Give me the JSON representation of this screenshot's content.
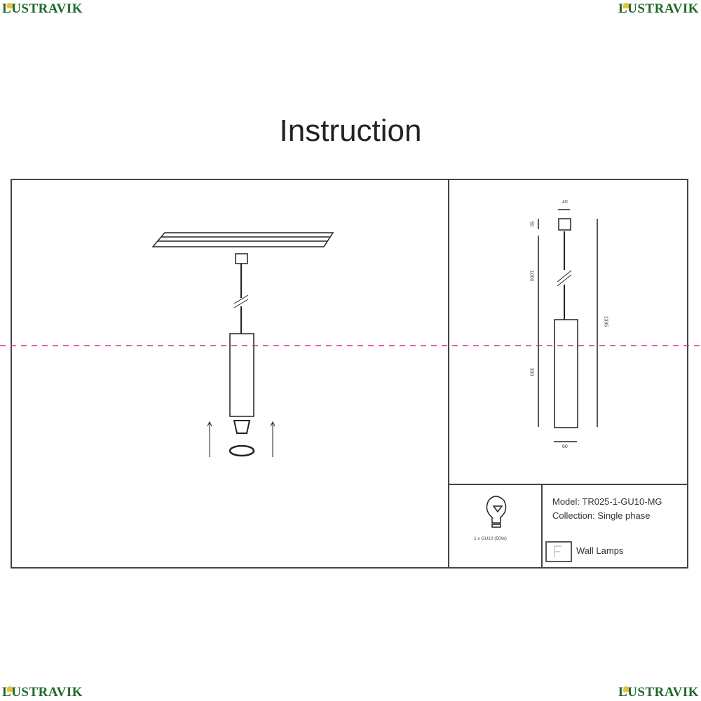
{
  "brand": {
    "logo": "LUSTRAVIK",
    "logo_rest": "USTRAVIK",
    "logo_first": "L"
  },
  "page": {
    "title": "Instruction"
  },
  "dimensions": {
    "width_top": "40",
    "height_top": "50",
    "cable": "1000",
    "body": "300",
    "total": "1335",
    "width_body": "60"
  },
  "info": {
    "bulb": "1 x GU10 (50W)",
    "model": "Model: TR025-1-GU10-MG",
    "collection": "Collection: Single phase",
    "category": "Wall Lamps"
  },
  "colors": {
    "brand": "#1f6a2a",
    "guide": "#e0249a"
  }
}
